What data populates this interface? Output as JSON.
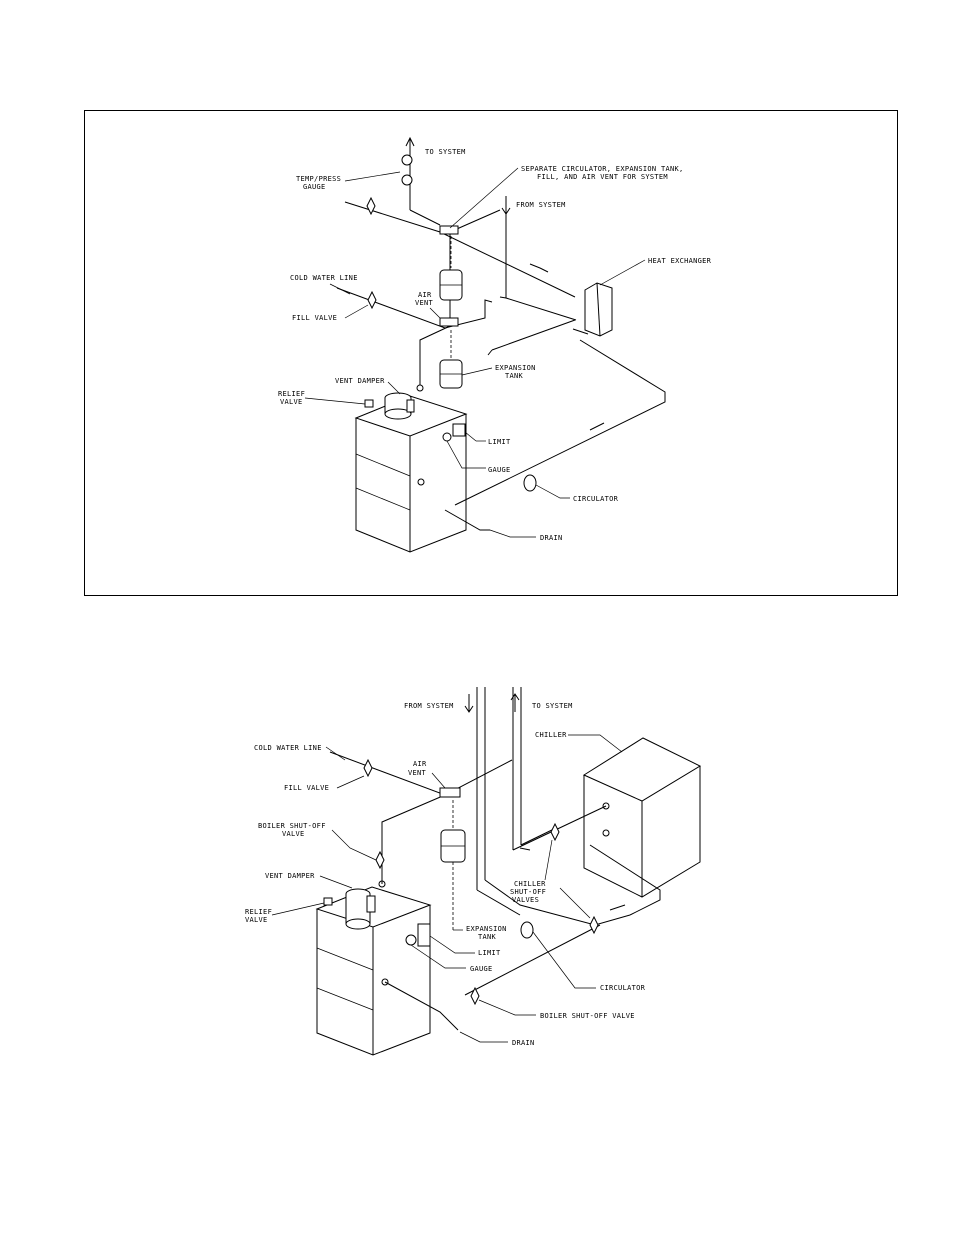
{
  "figure_top": {
    "labels": {
      "to_system": "TO SYSTEM",
      "temp_press_1": "TEMP/PRESS",
      "temp_press_2": "GAUGE",
      "separate_1": "SEPARATE CIRCULATOR, EXPANSION TANK,",
      "separate_2": "FILL, AND AIR VENT FOR SYSTEM",
      "from_system": "FROM SYSTEM",
      "heat_exchanger": "HEAT EXCHANGER",
      "cold_water_line": "COLD WATER LINE",
      "air_vent_1": "AIR",
      "air_vent_2": "VENT",
      "fill_valve": "FILL VALVE",
      "expansion_tank_1": "EXPANSION",
      "expansion_tank_2": "TANK",
      "vent_damper": "VENT DAMPER",
      "relief_valve_1": "RELIEF",
      "relief_valve_2": "VALVE",
      "limit": "LIMIT",
      "gauge": "GAUGE",
      "circulator": "CIRCULATOR",
      "drain": "DRAIN"
    }
  },
  "figure_bottom": {
    "labels": {
      "from_system": "FROM SYSTEM",
      "to_system": "TO SYSTEM",
      "chiller": "CHILLER",
      "cold_water_line": "COLD WATER LINE",
      "air_vent_1": "AIR",
      "air_vent_2": "VENT",
      "fill_valve": "FILL VALVE",
      "boiler_shutoff_1": "BOILER SHUT-OFF",
      "boiler_shutoff_2": "VALVE",
      "vent_damper": "VENT DAMPER",
      "relief_valve_1": "RELIEF",
      "relief_valve_2": "VALVE",
      "chiller_shutoff_1": "CHILLER",
      "chiller_shutoff_2": "SHUT-OFF",
      "chiller_shutoff_3": "VALVES",
      "expansion_tank_1": "EXPANSION",
      "expansion_tank_2": "TANK",
      "limit": "LIMIT",
      "gauge": "GAUGE",
      "circulator": "CIRCULATOR",
      "boiler_shutoff_valve": "BOILER SHUT-OFF VALVE",
      "drain": "DRAIN"
    }
  }
}
